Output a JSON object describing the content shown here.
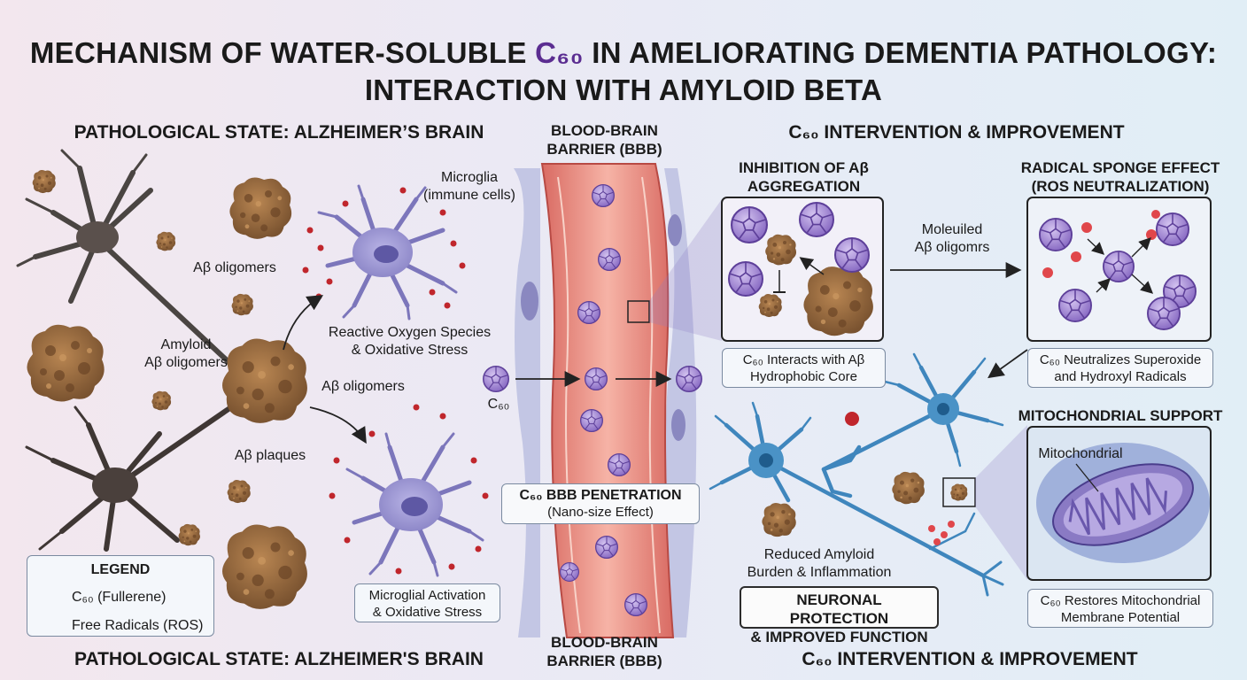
{
  "title": {
    "line1_pre": "MECHANISM OF WATER-SOLUBLE ",
    "line1_c60": "C₆₀",
    "line1_post": " IN AMELIORATING DEMENTIA PATHOLOGY:",
    "line2": "INTERACTION WITH AMYLOID BETA"
  },
  "left": {
    "header_top": "PATHOLOGICAL STATE: ALZHEIMER’S BRAIN",
    "header_bottom": "PATHOLOGICAL STATE: ALZHEIMER'S BRAIN",
    "label_ab_oligomers_1": "Aβ oligomers",
    "label_amyloid": "Amyloid\nAβ oligomers",
    "label_ab_oligomers_2": "Aβ oligomers",
    "label_ab_plaques": "Aβ plaques",
    "label_microglia": "Microglia\n(immune cells)",
    "label_ros": "Reactive Oxygen Species\n& Oxidative Stress",
    "box_microglial": "Microglial Activation\n& Oxidative Stress"
  },
  "legend": {
    "title": "LEGEND",
    "item_c60": "C₆₀ (Fullerene)",
    "item_ros": "Free Radicals (ROS)"
  },
  "middle": {
    "header_top": "BLOOD-BRAIN\nBARRIER (BBB)",
    "header_bottom": "BLOOD-BRAIN\nBARRIER (BBB)",
    "label_c60": "C₆₀",
    "box_title": "C₆₀ BBB PENETRATION",
    "box_sub": "(Nano-size Effect)"
  },
  "right": {
    "header_top": "C₆₀ INTERVENTION & IMPROVEMENT",
    "header_bottom": "C₆₀ INTERVENTION & IMPROVEMENT",
    "inhibition_title": "INHIBITION OF Aβ\nAGGREGATION",
    "inhibition_box": "C₆₀ Interacts with Aβ\nHydrophobic Core",
    "arrow_label": "Moleuiled\nAβ oligomrs",
    "sponge_title": "RADICAL SPONGE EFFECT\n(ROS NEUTRALIZATION)",
    "sponge_box": "C₆₀ Neutralizes Superoxide\nand Hydroxyl Radicals",
    "mito_title": "MITOCHONDRIAL SUPPORT",
    "mito_label": "Mitochondrial",
    "mito_box": "C₆₀ Restores Mitochondrial\nMembrane Potential",
    "reduced_label": "Reduced Amyloid\nBurden & Inflammation",
    "neuronal_box": "NEURONAL PROTECTION\n& IMPROVED FUNCTION"
  },
  "colors": {
    "fullerene": "#9b7fd0",
    "radical": "#c0262c",
    "amyloid": "#9a6a3e",
    "microglia": "#8d88c8",
    "neuron_blue": "#3f86bd",
    "vessel": "#e98f87",
    "title_accent": "#5b2d91"
  }
}
